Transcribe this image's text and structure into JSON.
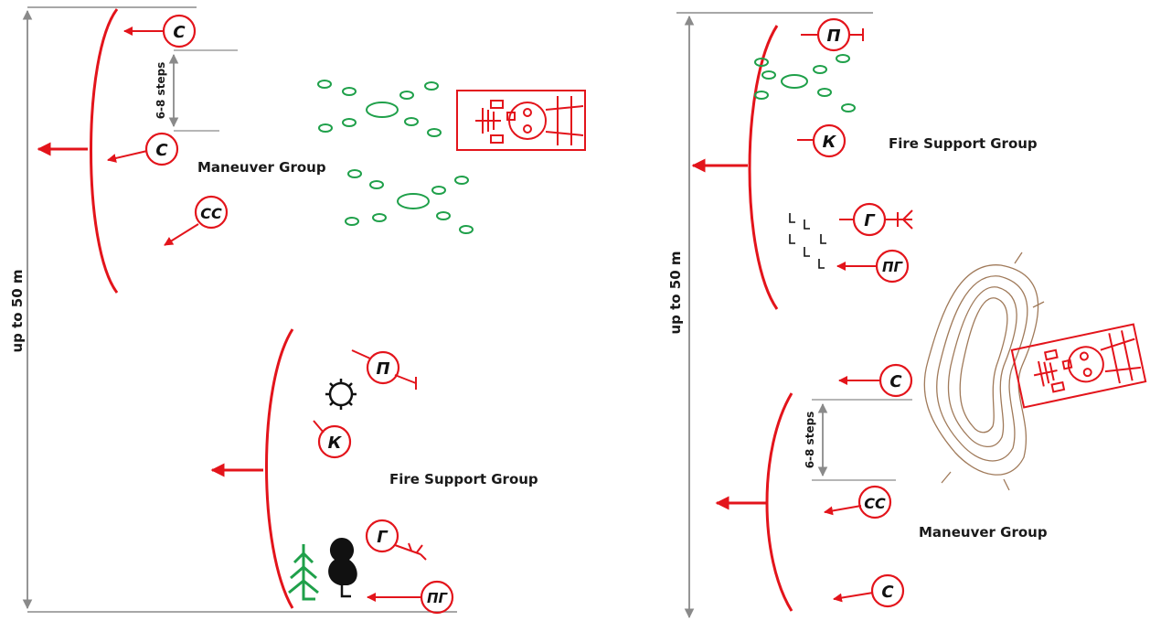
{
  "colors": {
    "red": "#e3141b",
    "green": "#1fa04a",
    "gray": "#8a8a8a",
    "brown": "#a07a5a",
    "black": "#111111"
  },
  "left": {
    "distance_label": "up to 50 m",
    "step_label": "6-8 steps",
    "maneuver_label": "Maneuver Group",
    "fire_support_label": "Fire Support Group",
    "maneuver_soldiers": [
      "С",
      "С",
      "СС"
    ],
    "fire_support_soldiers": [
      "П",
      "К",
      "Г",
      "ПГ"
    ]
  },
  "right": {
    "distance_label": "up to 50 m",
    "step_label": "6-8 steps",
    "fire_support_label": "Fire Support Group",
    "maneuver_label": "Maneuver Group",
    "fire_support_soldiers": [
      "П",
      "К",
      "Г",
      "ПГ"
    ],
    "maneuver_soldiers": [
      "С",
      "СС",
      "С"
    ]
  }
}
